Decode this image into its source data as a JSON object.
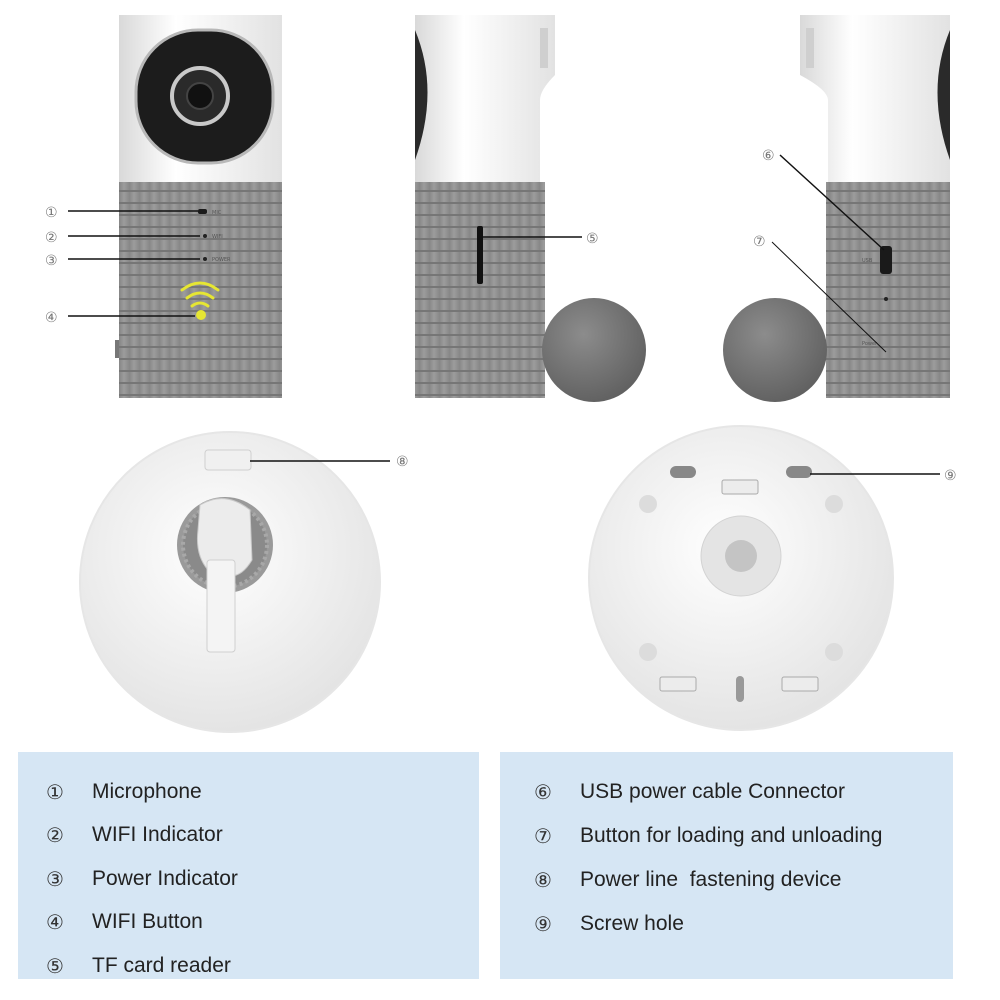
{
  "callouts": [
    "①",
    "②",
    "③",
    "④",
    "⑤",
    "⑥",
    "⑦",
    "⑧",
    "⑨"
  ],
  "device_labels": {
    "mic": "MIC",
    "wifi": "WIFI",
    "power": "POWER",
    "usb": "USB",
    "reset": "Power"
  },
  "legend_left": [
    {
      "num": "①",
      "text": "Microphone"
    },
    {
      "num": "②",
      "text": "WIFI Indicator"
    },
    {
      "num": "③",
      "text": "Power Indicator"
    },
    {
      "num": "④",
      "text": "WIFI Button"
    },
    {
      "num": "⑤",
      "text": "TF card reader"
    }
  ],
  "legend_right": [
    {
      "num": "⑥",
      "text": "USB power cable Connector"
    },
    {
      "num": "⑦",
      "text": "Button for loading and unloading"
    },
    {
      "num": "⑧",
      "text": "Power line  fastening device"
    },
    {
      "num": "⑨",
      "text": "Screw hole"
    }
  ],
  "colors": {
    "body_gray": "#8f8f8f",
    "rib_line": "#7a7a7a",
    "white_shell": "#f4f4f4",
    "legend_bg": "#d6e6f4",
    "wifi_glow": "#e6e633"
  }
}
